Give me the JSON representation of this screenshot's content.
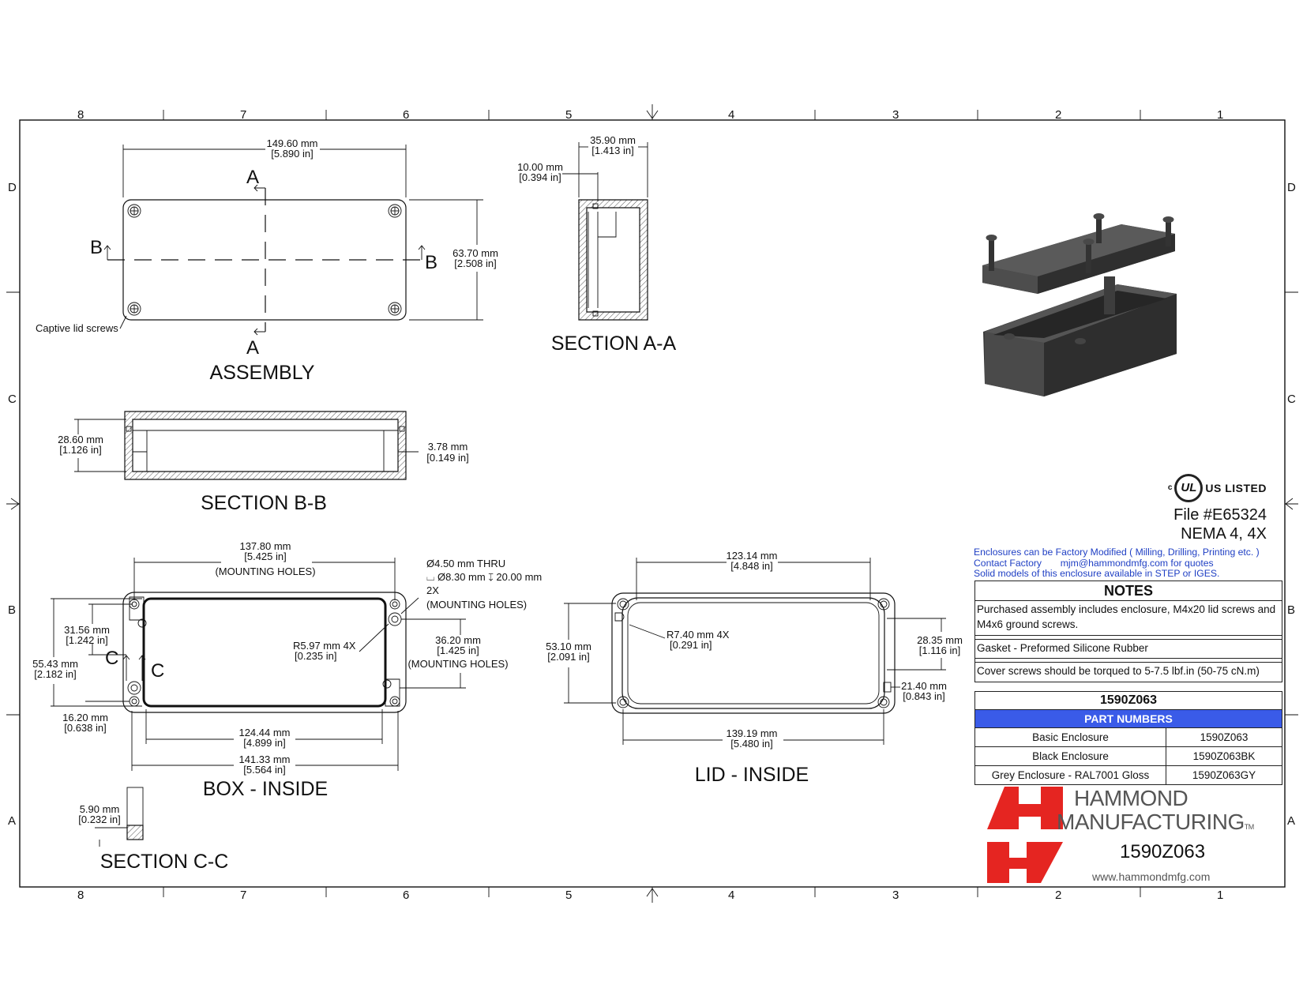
{
  "grid": {
    "columns": [
      "8",
      "7",
      "6",
      "5",
      "4",
      "3",
      "2",
      "1"
    ],
    "rows": [
      "D",
      "C",
      "B",
      "A"
    ]
  },
  "views": {
    "assembly": {
      "title": "ASSEMBLY",
      "section_a_top": "A",
      "section_a_bottom": "A",
      "section_b_left": "B",
      "section_b_right": "B",
      "width_mm": "149.60 mm",
      "width_in": "[5.890 in]",
      "height_mm": "63.70 mm",
      "height_in": "[2.508 in]",
      "screws_label": "Captive lid screws"
    },
    "section_aa": {
      "title": "SECTION  A-A",
      "depth_mm": "35.90 mm",
      "depth_in": "[1.413 in]",
      "lid_mm": "10.00 mm",
      "lid_in": "[0.394 in]"
    },
    "section_bb": {
      "title": "SECTION  B-B",
      "height_mm": "28.60 mm",
      "height_in": "[1.126 in]",
      "wall_mm": "3.78 mm",
      "wall_in": "[0.149 in]"
    },
    "box_inside": {
      "title": "BOX - INSIDE",
      "section_c_left": "C",
      "section_c_right": "C",
      "mount_x_mm": "137.80 mm",
      "mount_x_in": "[5.425 in]",
      "mount_x_note": "(MOUNTING HOLES)",
      "hole_line1": "Ø4.50 mm THRU",
      "hole_line2": "⌴ Ø8.30 mm ↧ 20.00 mm",
      "hole_line3": "2X",
      "hole_line4": "(MOUNTING HOLES)",
      "boss_mm": "31.56 mm",
      "boss_in": "[1.242 in]",
      "inner_h_mm": "55.43 mm",
      "inner_h_in": "[2.182 in]",
      "radius_mm": "R5.97 mm 4X",
      "radius_in": "[0.235 in]",
      "mount_y_mm": "36.20 mm",
      "mount_y_in": "[1.425 in]",
      "mount_y_note": "(MOUNTING HOLES)",
      "offset_mm": "16.20 mm",
      "offset_in": "[0.638 in]",
      "inner_w_mm": "124.44 mm",
      "inner_w_in": "[4.899 in]",
      "outer_w_mm": "141.33 mm",
      "outer_w_in": "[5.564 in]"
    },
    "section_cc": {
      "title": "SECTION  C-C",
      "width_mm": "5.90 mm",
      "width_in": "[0.232 in]"
    },
    "lid_inside": {
      "title": "LID - INSIDE",
      "top_mm": "123.14 mm",
      "top_in": "[4.848 in]",
      "height_mm": "53.10 mm",
      "height_in": "[2.091 in]",
      "radius_mm": "R7.40 mm 4X",
      "radius_in": "[0.291 in]",
      "right_mm": "28.35 mm",
      "right_in": "[1.116 in]",
      "right2_mm": "21.40 mm",
      "right2_in": "[0.843 in]",
      "bottom_mm": "139.19 mm",
      "bottom_in": "[5.480 in]"
    }
  },
  "certification": {
    "ul_c": "c",
    "ul_logo": "UL",
    "ul_us_listed": "US LISTED",
    "file": "File #E65324",
    "nema": "NEMA 4, 4X"
  },
  "info_lines": {
    "line1": "Enclosures can be Factory Modified ( Milling, Drilling, Printing etc. )",
    "line2_label": "Contact Factory",
    "line2_email": "mjm@hammondmfg.com for quotes",
    "line3": "Solid models of this enclosure available in STEP or IGES."
  },
  "notes": {
    "heading": "NOTES",
    "items": [
      "Purchased assembly includes enclosure, M4x20 lid screws and M4x6 ground screws.",
      "Gasket - Preformed Silicone Rubber",
      "Cover screws should be torqued to 5-7.5 lbf.in (50-75 cN.m)"
    ]
  },
  "parts_table": {
    "heading": "1590Z063",
    "subheading": "PART NUMBERS",
    "rows": [
      {
        "desc": "Basic Enclosure",
        "part": "1590Z063"
      },
      {
        "desc": "Black Enclosure",
        "part": "1590Z063BK"
      },
      {
        "desc": "Grey Enclosure - RAL7001 Gloss",
        "part": "1590Z063GY"
      }
    ]
  },
  "brand": {
    "line1": "HAMMOND",
    "line2": "MANUFACTURING",
    "tm": "TM",
    "part_number": "1590Z063",
    "website": "www.hammondmfg.com",
    "logo_color": "#e52521"
  }
}
